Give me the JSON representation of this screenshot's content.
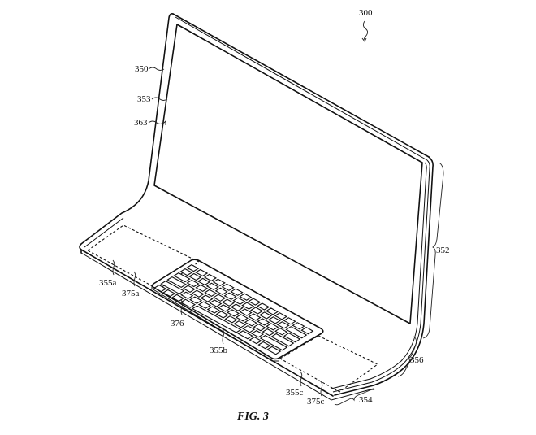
{
  "figure": {
    "caption": "FIG. 3",
    "title_ref": "300",
    "description": "Patent drawing: all-in-one computer with curved single-piece display and base with integrated keyboard"
  },
  "labels": [
    {
      "id": "300",
      "text": "300",
      "target": "device"
    },
    {
      "id": "350",
      "text": "350",
      "target": "housing"
    },
    {
      "id": "353",
      "text": "353",
      "target": "front-cover"
    },
    {
      "id": "363",
      "text": "363",
      "target": "display"
    },
    {
      "id": "352",
      "text": "352",
      "target": "vertical-portion"
    },
    {
      "id": "356",
      "text": "356",
      "target": "curved-portion"
    },
    {
      "id": "354",
      "text": "354",
      "target": "base-portion"
    },
    {
      "id": "355a",
      "text": "355a",
      "target": "left-input-region"
    },
    {
      "id": "375a",
      "text": "375a",
      "target": "left-touch-area"
    },
    {
      "id": "376",
      "text": "376",
      "target": "keyboard"
    },
    {
      "id": "355b",
      "text": "355b",
      "target": "keyboard-region"
    },
    {
      "id": "355c",
      "text": "355c",
      "target": "right-input-region"
    },
    {
      "id": "375c",
      "text": "375c",
      "target": "right-touch-area"
    }
  ],
  "colors": {
    "ink": "#111111",
    "paper": "#ffffff"
  }
}
